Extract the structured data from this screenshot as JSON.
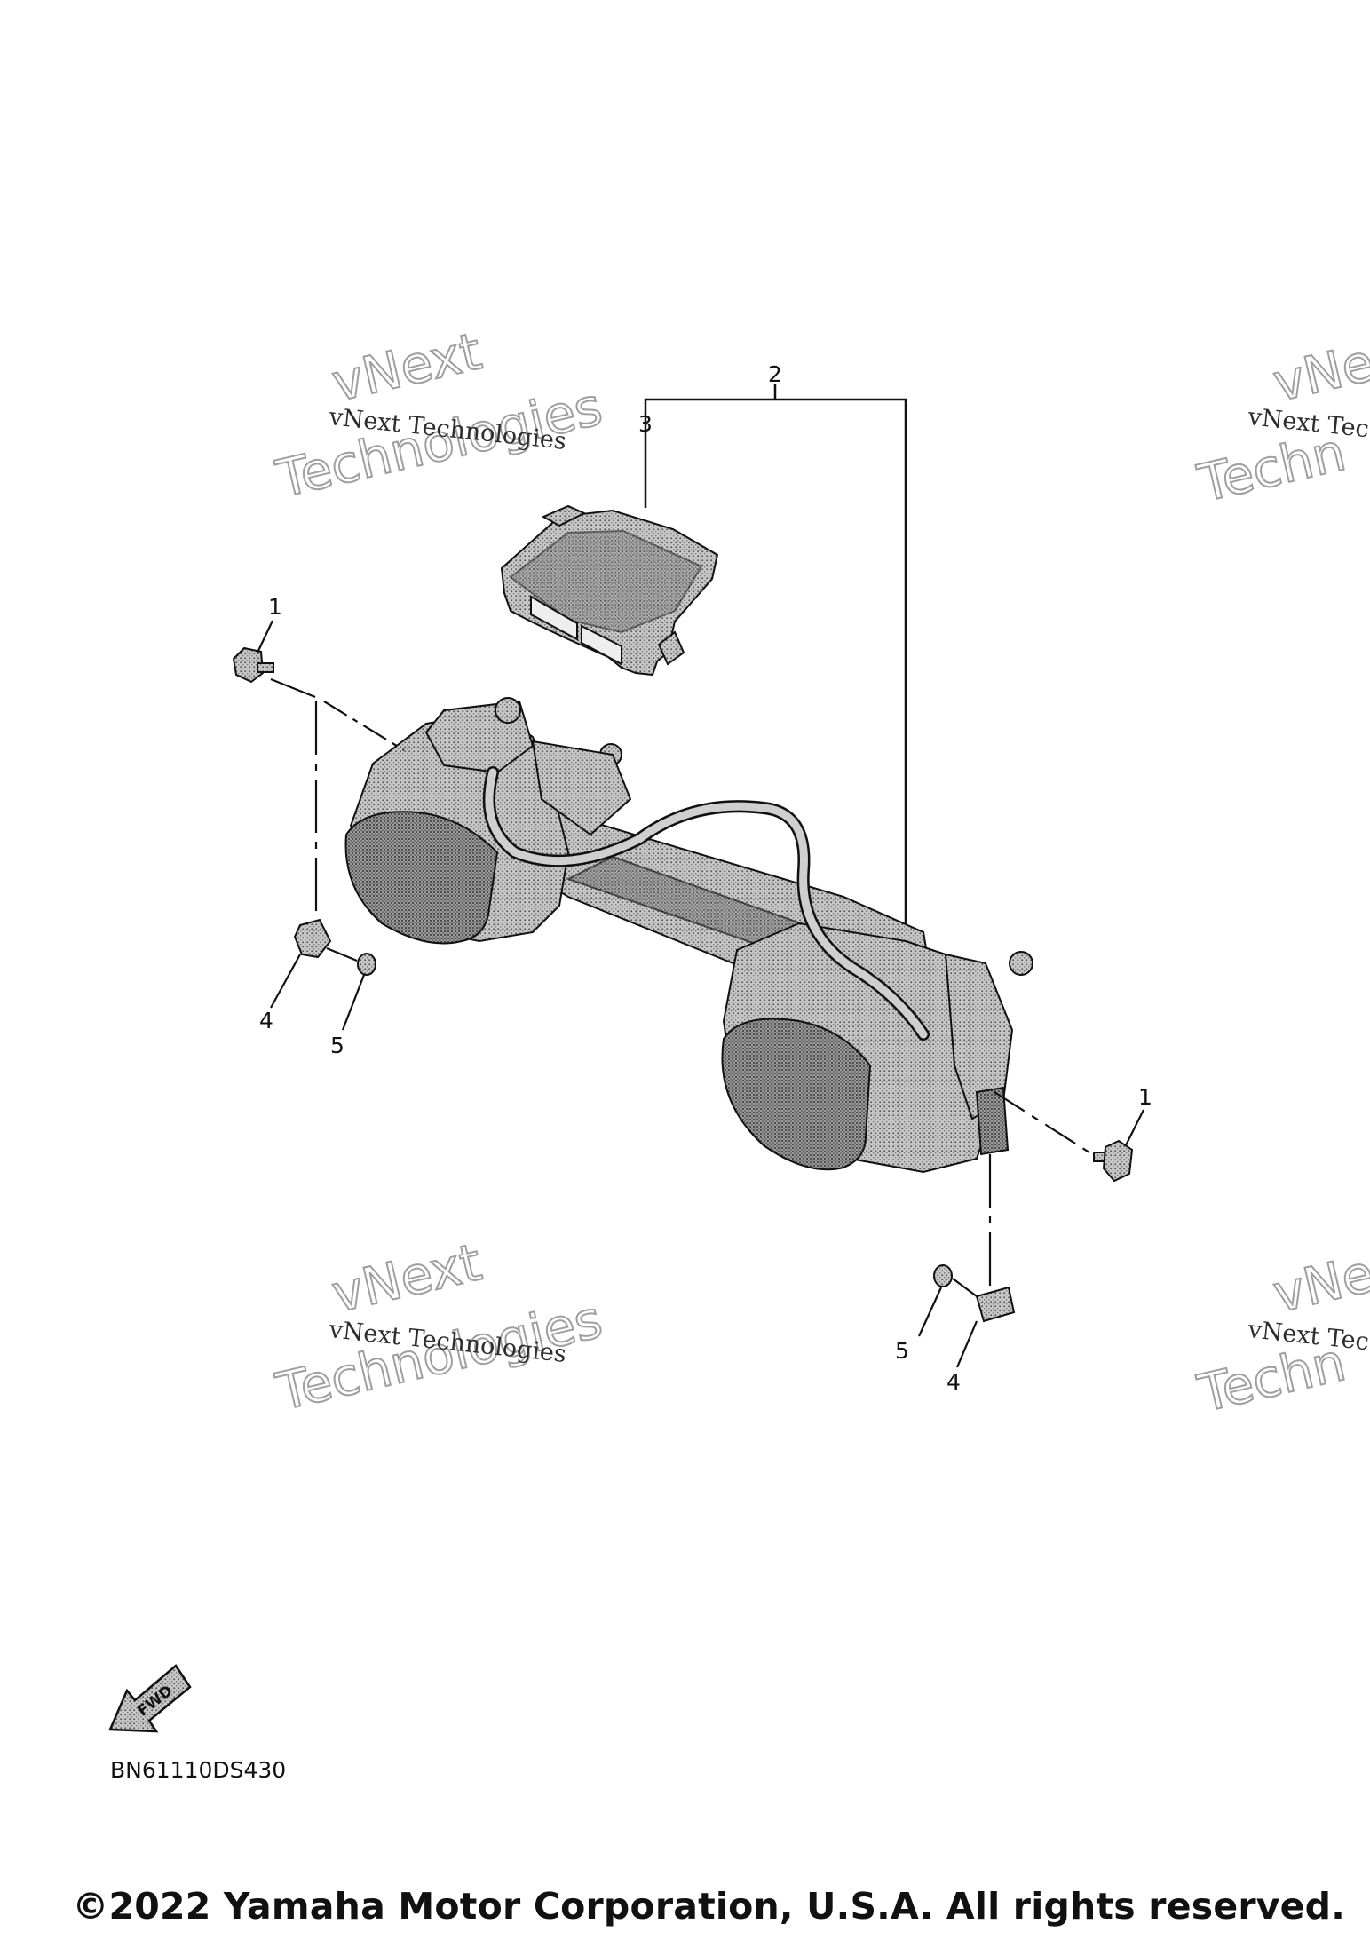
{
  "diagram": {
    "callouts": [
      "1",
      "2",
      "3",
      "4",
      "5"
    ],
    "watermark_small": "vNext Technologies",
    "watermark_small_clipped": "vNext Tec",
    "watermark_big_line1": "vNext",
    "watermark_big_line2": "Technologies",
    "watermark_big_line1_clipped": "vNe",
    "watermark_big_line2_clipped": "Techn",
    "fwd_label": "FWD",
    "diagram_code": "BN61110DS430"
  },
  "footer": {
    "copyright": "©2022 Yamaha Motor Corporation, U.S.A. All rights reserved."
  },
  "colors": {
    "line": "#111111",
    "part_fill": "#bdbdbd",
    "part_dark": "#8a8a8a",
    "watermark_outline": "#9a9a9a"
  }
}
